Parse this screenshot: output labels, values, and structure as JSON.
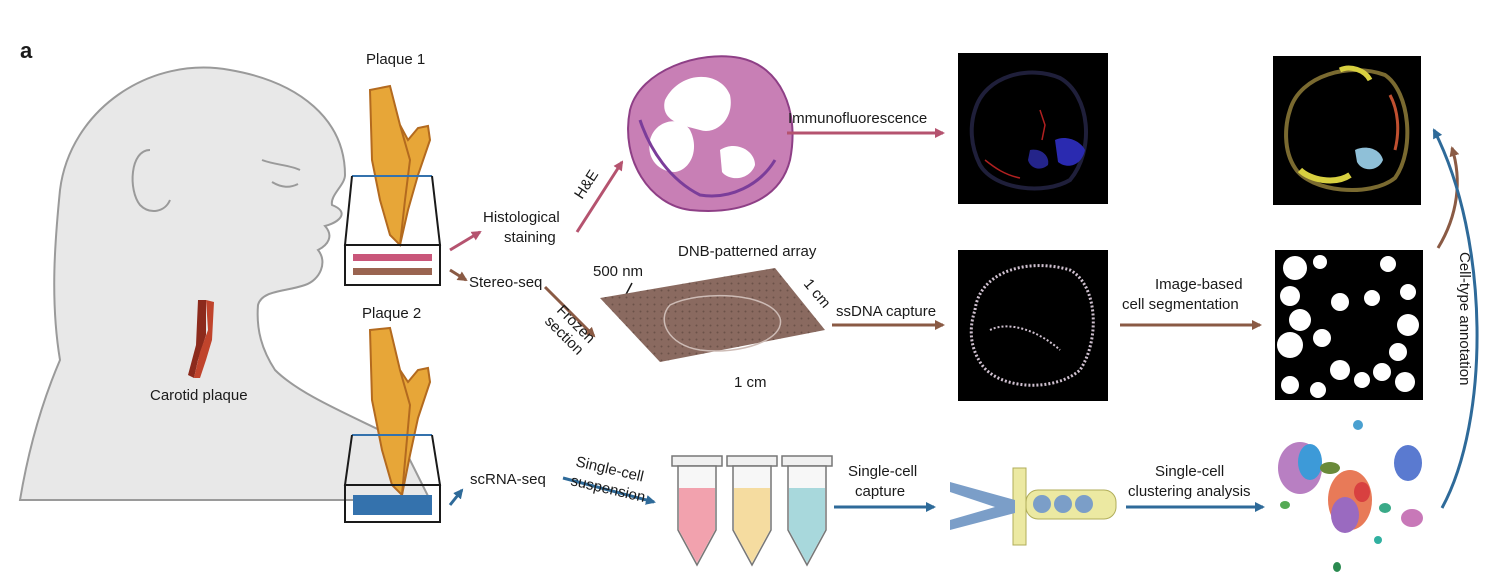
{
  "panel_label": "a",
  "labels": {
    "plaque1": "Plaque 1",
    "plaque2": "Plaque 2",
    "carotid": "Carotid plaque",
    "histological_1": "Histological",
    "histological_2": "staining",
    "stereo_seq": "Stereo-seq",
    "scrna_seq": "scRNA-seq",
    "he": "H&E",
    "frozen_1": "Frozen",
    "frozen_2": "section",
    "immunofluorescence": "Immunofluorescence",
    "dnb_array": "DNB-patterned array",
    "nm500": "500 nm",
    "cm1_side": "1 cm",
    "cm1_bottom": "1 cm",
    "ssdna": "ssDNA capture",
    "img_seg_1": "Image-based",
    "img_seg_2": "cell segmentation",
    "celltype": "Cell-type annotation",
    "sc_susp_1": "Single-cell",
    "sc_susp_2": "suspension",
    "sc_capture_1": "Single-cell",
    "sc_capture_2": "capture",
    "sc_cluster_1": "Single-cell",
    "sc_cluster_2": "clustering analysis"
  },
  "colors": {
    "histology_arrow": "#b5536f",
    "stereo_arrow": "#8a5a44",
    "scrna_arrow": "#2e6a99",
    "plaque_fill": "#e7a638",
    "plaque_dark": "#b36a1f",
    "slide_pink": "#c9567a",
    "slide_brown": "#9a6450",
    "slide_blue": "#3472ad",
    "array_fill": "#8a6a60",
    "he_stain": "#c87fb5",
    "skin": "#e8e8e8",
    "skin_outline": "#9a9a9a",
    "chip_fill": "#ece9a2",
    "bead_fill": "#7b9ec8"
  }
}
